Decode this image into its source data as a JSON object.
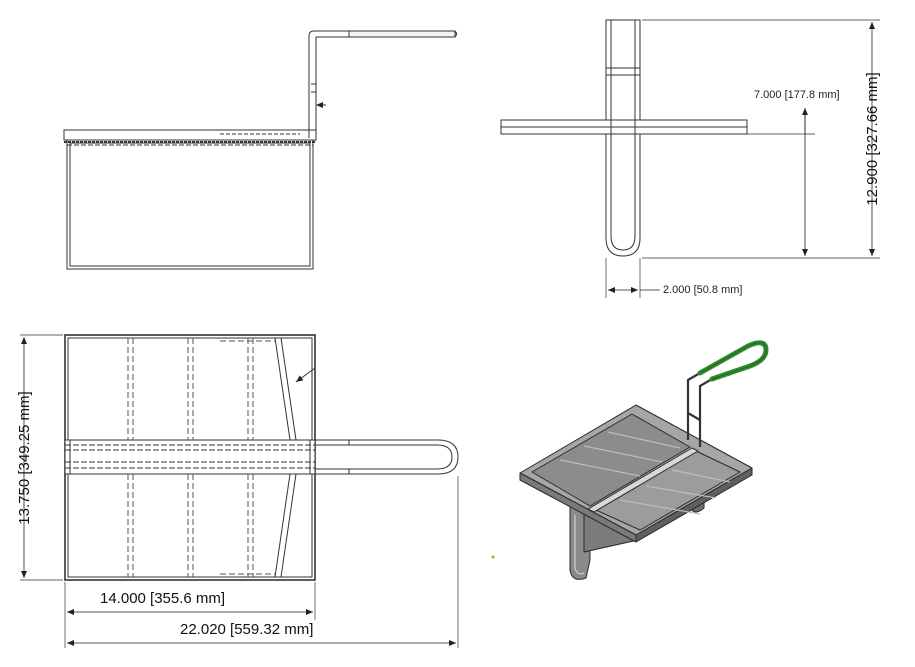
{
  "dimensions": {
    "handle_offset": "7.000 [177.8 mm]",
    "total_height": "12.900 [327.66 mm]",
    "handle_spacing": "2.000 [50.8 mm]",
    "basket_depth": "13.750 [349.25 mm]",
    "basket_width": "14.000 [355.6 mm]",
    "total_length": "22.020 [559.32 mm]"
  },
  "colors": {
    "line": "#333333",
    "hidden_line": "#555555",
    "handle_grip": "#2e8b2e",
    "steel_fill": "#9a9a9a",
    "steel_dark": "#6e6e6e",
    "steel_light": "#c8c8c8"
  }
}
